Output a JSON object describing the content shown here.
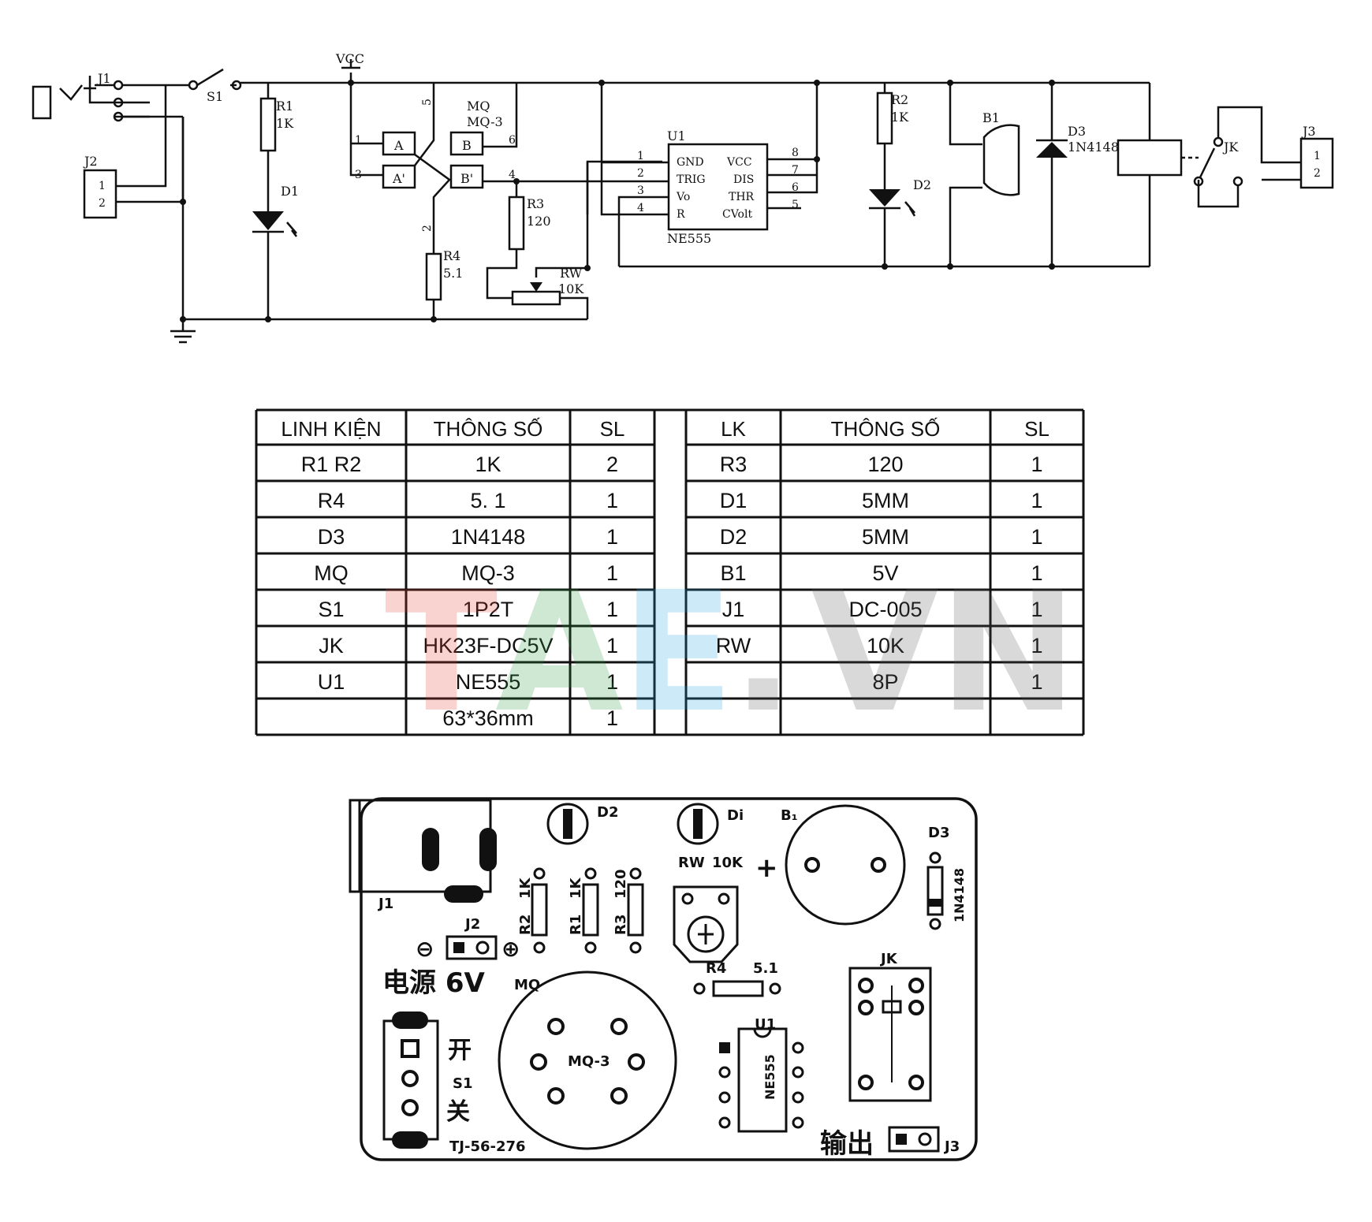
{
  "schematic": {
    "labels": {
      "vcc": "VCC",
      "j1": "J1",
      "s1": "S1",
      "j2": "J2",
      "pin1": "1",
      "pin2": "2",
      "r1": "R1",
      "r1_val": "1K",
      "d1": "D1",
      "mq": "MQ",
      "mq_val": "MQ-3",
      "a": "A",
      "a2": "A'",
      "b": "B",
      "b2": "B'",
      "p5": "5",
      "p1": "1",
      "p3": "3",
      "p6": "6",
      "p4": "4",
      "p2": "2",
      "r3": "R3",
      "r3_val": "120",
      "r4": "R4",
      "r4_val": "5.1",
      "rw": "RW",
      "rw_val": "10K",
      "u1": "U1",
      "ne555": "NE555",
      "gnd": "GND",
      "trig": "TRIG",
      "vo": "Vo",
      "r": "R",
      "vcc_pin": "VCC",
      "dis": "DIS",
      "thr": "THR",
      "cvolt": "CVolt",
      "n1": "1",
      "n2": "2",
      "n3": "3",
      "n4": "4",
      "n8": "8",
      "n7": "7",
      "n6": "6",
      "n5": "5",
      "r2": "R2",
      "r2_val": "1K",
      "d2": "D2",
      "b1": "B1",
      "d3": "D3",
      "d3_val": "1N4148",
      "jk": "JK",
      "j3": "J3",
      "j3_1": "1",
      "j3_2": "2"
    }
  },
  "parts_table": {
    "left_headers": [
      "LINH KIỆN",
      "THÔNG SỐ",
      "SL"
    ],
    "right_headers": [
      "LK",
      "THÔNG SỐ",
      "SL"
    ],
    "left_rows": [
      [
        "R1  R2",
        "1K",
        "2"
      ],
      [
        "R4",
        "5. 1",
        "1"
      ],
      [
        "D3",
        "1N4148",
        "1"
      ],
      [
        "MQ",
        "MQ-3",
        "1"
      ],
      [
        "S1",
        "1P2T",
        "1"
      ],
      [
        "JK",
        "HK23F-DC5V",
        "1"
      ],
      [
        "U1",
        "NE555",
        "1"
      ],
      [
        "",
        "63*36mm",
        "1"
      ]
    ],
    "right_rows": [
      [
        "R3",
        "120",
        "1"
      ],
      [
        "D1",
        "5MM",
        "1"
      ],
      [
        "D2",
        "5MM",
        "1"
      ],
      [
        "B1",
        "5V",
        "1"
      ],
      [
        "J1",
        "DC-005",
        "1"
      ],
      [
        "RW",
        "10K",
        "1"
      ],
      [
        "",
        "8P",
        "1"
      ],
      [
        "",
        "",
        ""
      ]
    ]
  },
  "watermark": {
    "t": "T",
    "a": "A",
    "e": "E",
    "dot": ".",
    "vn": "VN"
  },
  "pcb": {
    "d2": "D2",
    "d1": "Di",
    "b1": "B₁",
    "d3": "D3",
    "d3_val": "1N4148",
    "rw": "RW",
    "rw_val": "10K",
    "plus": "+",
    "r2": "R2",
    "r2_val": "1K",
    "r1": "R1",
    "r1_val": "1K",
    "r3": "R3",
    "r3_val": "120",
    "j1": "J1",
    "j2": "J2",
    "power": "电源 6V",
    "minus_sym": "⊖",
    "plus_sym": "⊕",
    "mq": "MQ",
    "mq3": "MQ-3",
    "r4": "R4",
    "r4_val": "5.1",
    "u1": "U1",
    "ne555": "NE555",
    "jk": "JK",
    "kai": "开",
    "s1": "S1",
    "guan": "关",
    "board_id": "TJ-56-276",
    "output": "输出",
    "j3": "J3"
  }
}
